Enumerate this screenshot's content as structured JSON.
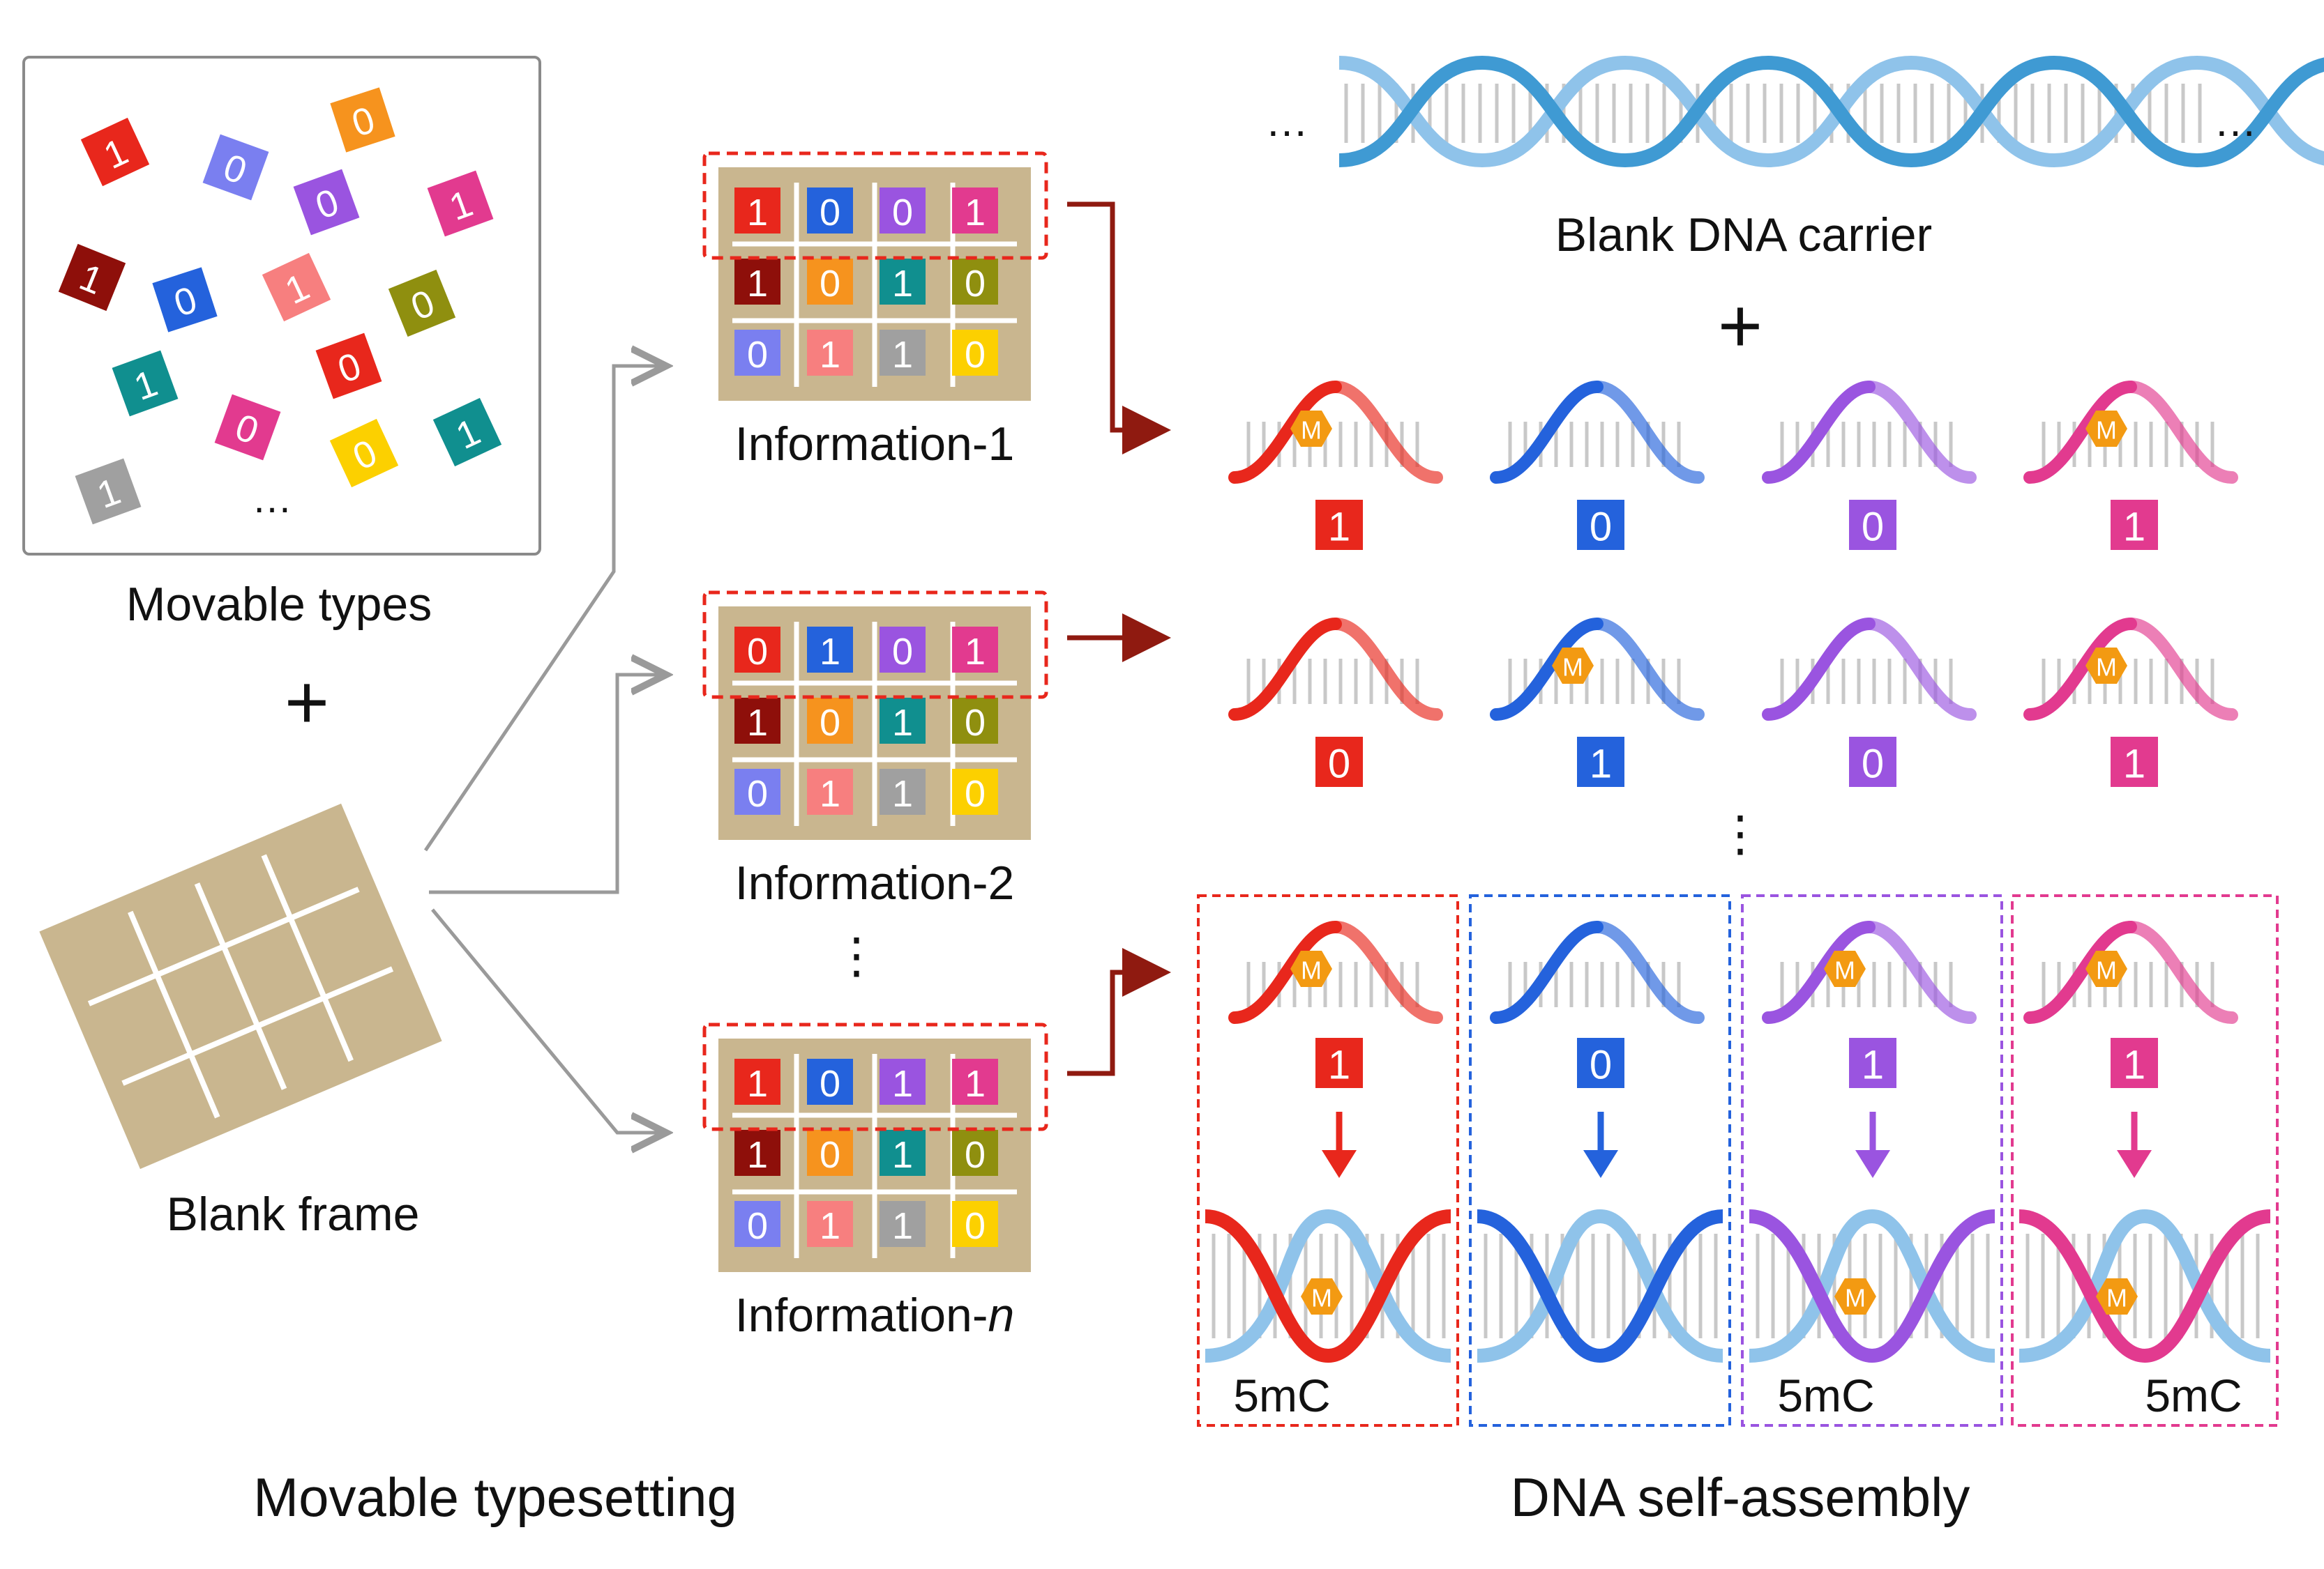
{
  "colors": {
    "frame": "#c9b68f",
    "frame_line": "#ffffff",
    "arrow_red": "#8f1a10",
    "arrow_gray": "#9a9a9a",
    "dash_red": "#e8271c",
    "methyl": "#f39a12",
    "helix_light": "#8fc3ea",
    "helix_mid": "#3f9ad3",
    "rung": "#c8c8c8"
  },
  "tiles": [
    {
      "label": "1",
      "color": "#e8271c"
    },
    {
      "label": "0",
      "color": "#7a7ff0"
    },
    {
      "label": "0",
      "color": "#f6931e"
    },
    {
      "label": "0",
      "color": "#9a54e0"
    },
    {
      "label": "1",
      "color": "#e23a8f"
    },
    {
      "label": "1",
      "color": "#8e0f0a"
    },
    {
      "label": "0",
      "color": "#2462dc"
    },
    {
      "label": "1",
      "color": "#f77f7f"
    },
    {
      "label": "0",
      "color": "#8f8f0f"
    },
    {
      "label": "1",
      "color": "#108f8f"
    },
    {
      "label": "0",
      "color": "#e8271c"
    },
    {
      "label": "0",
      "color": "#e23a8f"
    },
    {
      "label": "0",
      "color": "#fcd000"
    },
    {
      "label": "1",
      "color": "#108f8f"
    },
    {
      "label": "1",
      "color": "#a0a0a0"
    }
  ],
  "left": {
    "tiles_ellipsis": "…",
    "movable_types_label": "Movable types",
    "plus": "+",
    "blank_frame_label": "Blank frame"
  },
  "grids": [
    {
      "label": "Information-",
      "label_suffix": "1",
      "rows": [
        [
          {
            "v": "1",
            "c": "#e8271c"
          },
          {
            "v": "0",
            "c": "#2462dc"
          },
          {
            "v": "0",
            "c": "#9a54e0"
          },
          {
            "v": "1",
            "c": "#e23a8f"
          }
        ],
        [
          {
            "v": "1",
            "c": "#8e0f0a"
          },
          {
            "v": "0",
            "c": "#f6931e"
          },
          {
            "v": "1",
            "c": "#108f8f"
          },
          {
            "v": "0",
            "c": "#8f8f0f"
          }
        ],
        [
          {
            "v": "0",
            "c": "#7a7ff0"
          },
          {
            "v": "1",
            "c": "#f77f7f"
          },
          {
            "v": "1",
            "c": "#a0a0a0"
          },
          {
            "v": "0",
            "c": "#fcd000"
          }
        ]
      ]
    },
    {
      "label": "Information-",
      "label_suffix": "2",
      "rows": [
        [
          {
            "v": "0",
            "c": "#e8271c"
          },
          {
            "v": "1",
            "c": "#2462dc"
          },
          {
            "v": "0",
            "c": "#9a54e0"
          },
          {
            "v": "1",
            "c": "#e23a8f"
          }
        ],
        [
          {
            "v": "1",
            "c": "#8e0f0a"
          },
          {
            "v": "0",
            "c": "#f6931e"
          },
          {
            "v": "1",
            "c": "#108f8f"
          },
          {
            "v": "0",
            "c": "#8f8f0f"
          }
        ],
        [
          {
            "v": "0",
            "c": "#7a7ff0"
          },
          {
            "v": "1",
            "c": "#f77f7f"
          },
          {
            "v": "1",
            "c": "#a0a0a0"
          },
          {
            "v": "0",
            "c": "#fcd000"
          }
        ]
      ]
    },
    {
      "label": "Information-",
      "label_suffix": "n",
      "rows": [
        [
          {
            "v": "1",
            "c": "#e8271c"
          },
          {
            "v": "0",
            "c": "#2462dc"
          },
          {
            "v": "1",
            "c": "#9a54e0"
          },
          {
            "v": "1",
            "c": "#e23a8f"
          }
        ],
        [
          {
            "v": "1",
            "c": "#8e0f0a"
          },
          {
            "v": "0",
            "c": "#f6931e"
          },
          {
            "v": "1",
            "c": "#108f8f"
          },
          {
            "v": "0",
            "c": "#8f8f0f"
          }
        ],
        [
          {
            "v": "0",
            "c": "#7a7ff0"
          },
          {
            "v": "1",
            "c": "#f77f7f"
          },
          {
            "v": "1",
            "c": "#a0a0a0"
          },
          {
            "v": "0",
            "c": "#fcd000"
          }
        ]
      ]
    }
  ],
  "middle_vdots": "⋮",
  "right": {
    "ellipsis_left": "…",
    "ellipsis_right": "…",
    "blank_dna_label": "Blank DNA carrier",
    "plus": "+",
    "vdots": "⋮",
    "methyl_symbol": "M",
    "row1": [
      {
        "bit": "1",
        "color": "#e8271c",
        "methylated": true
      },
      {
        "bit": "0",
        "color": "#2462dc",
        "methylated": false
      },
      {
        "bit": "0",
        "color": "#9a54e0",
        "methylated": false
      },
      {
        "bit": "1",
        "color": "#e23a8f",
        "methylated": true
      }
    ],
    "row2": [
      {
        "bit": "0",
        "color": "#e8271c",
        "methylated": false
      },
      {
        "bit": "1",
        "color": "#2462dc",
        "methylated": true
      },
      {
        "bit": "0",
        "color": "#9a54e0",
        "methylated": false
      },
      {
        "bit": "1",
        "color": "#e23a8f",
        "methylated": true
      }
    ],
    "row3": [
      {
        "bit": "1",
        "color": "#e8271c",
        "methylated": true,
        "mark": "5mC"
      },
      {
        "bit": "0",
        "color": "#2462dc",
        "methylated": false,
        "mark": ""
      },
      {
        "bit": "1",
        "color": "#9a54e0",
        "methylated": true,
        "mark": "5mC"
      },
      {
        "bit": "1",
        "color": "#e23a8f",
        "methylated": true,
        "mark": "5mC"
      }
    ]
  },
  "footer": {
    "left_title": "Movable typesetting",
    "right_title": "DNA self-assembly"
  }
}
